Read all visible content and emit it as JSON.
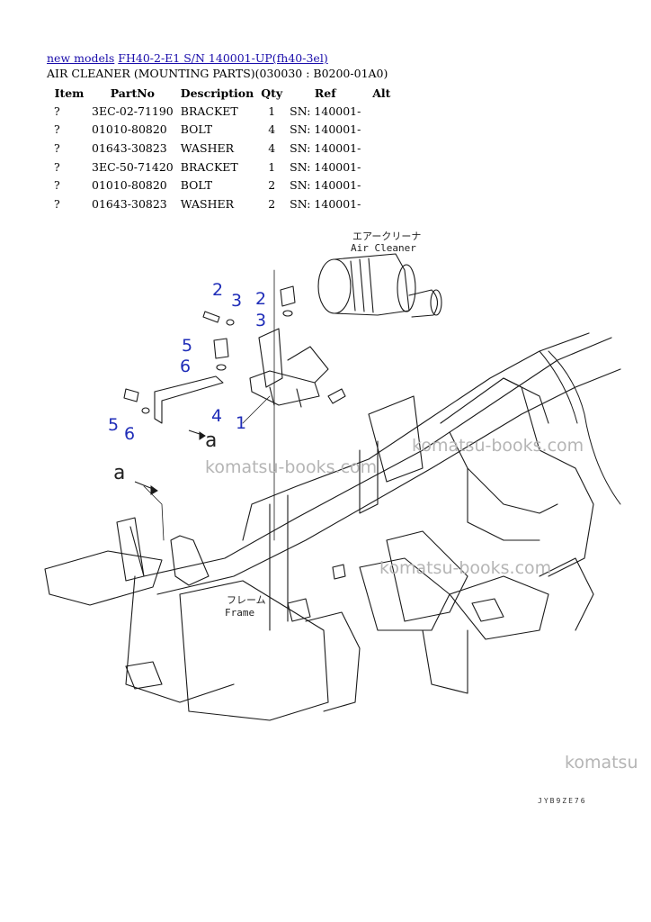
{
  "header": {
    "link1": "new models",
    "link2": "FH40-2-E1 S/N 140001-UP(fh40-3el)",
    "title": "AIR CLEANER (MOUNTING PARTS)(030030 : B0200-01A0)"
  },
  "table": {
    "columns": [
      "Item",
      "PartNo",
      "Description",
      "Qty",
      "Ref",
      "Alt"
    ],
    "rows": [
      {
        "item": "?",
        "part": "3EC-02-71190",
        "desc": "BRACKET",
        "qty": "1",
        "ref": "SN: 140001-",
        "alt": ""
      },
      {
        "item": "?",
        "part": "01010-80820",
        "desc": "BOLT",
        "qty": "4",
        "ref": "SN: 140001-",
        "alt": ""
      },
      {
        "item": "?",
        "part": "01643-30823",
        "desc": "WASHER",
        "qty": "4",
        "ref": "SN: 140001-",
        "alt": ""
      },
      {
        "item": "?",
        "part": "3EC-50-71420",
        "desc": "BRACKET",
        "qty": "1",
        "ref": "SN: 140001-",
        "alt": ""
      },
      {
        "item": "?",
        "part": "01010-80820",
        "desc": "BOLT",
        "qty": "2",
        "ref": "SN: 140001-",
        "alt": ""
      },
      {
        "item": "?",
        "part": "01643-30823",
        "desc": "WASHER",
        "qty": "2",
        "ref": "SN: 140001-",
        "alt": ""
      }
    ]
  },
  "diagram": {
    "labels": {
      "air_cleaner_jp": "エアークリーナ",
      "air_cleaner_en": "Air Cleaner",
      "frame_jp": "フレーム",
      "frame_en": "Frame",
      "view_mark": "a"
    },
    "callouts": [
      "2",
      "3",
      "2",
      "3",
      "5",
      "6",
      "4",
      "1",
      "5",
      "6"
    ],
    "watermarks": [
      "komatsu-books.com",
      "komatsu-books.com",
      "komatsu-books.com",
      "komatsu"
    ],
    "drawing_code": "JYB9ZE76",
    "callout_color": "#1f2db8"
  }
}
